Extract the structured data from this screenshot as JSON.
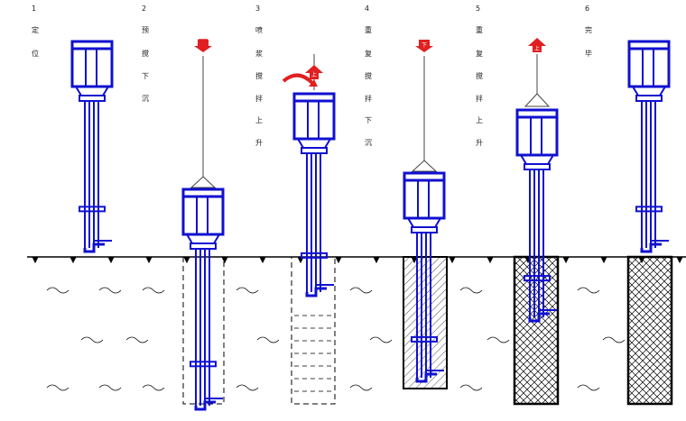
{
  "steps": [
    {
      "number": "1",
      "label": [
        "定",
        "位"
      ]
    },
    {
      "number": "2",
      "label": [
        "预",
        "搅",
        "下",
        "沉"
      ],
      "direction": "下"
    },
    {
      "number": "3",
      "label": [
        "喷",
        "浆",
        "搅",
        "拌",
        "上",
        "升"
      ],
      "direction": "上"
    },
    {
      "number": "4",
      "label": [
        "重",
        "复",
        "搅",
        "拌",
        "下",
        "沉"
      ],
      "direction": "下"
    },
    {
      "number": "5",
      "label": [
        "重",
        "复",
        "搅",
        "拌",
        "上",
        "升"
      ],
      "direction": "上"
    },
    {
      "number": "6",
      "label": [
        "完",
        "毕"
      ]
    }
  ],
  "colors": {
    "machine": "#1010d0",
    "arrow": "#e02020",
    "ground": "#000000",
    "text": "#222222"
  }
}
